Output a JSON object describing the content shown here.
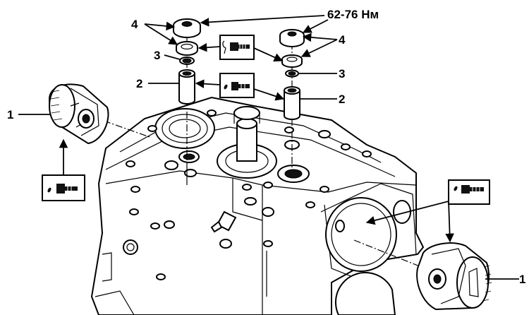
{
  "labels": {
    "piston_left": "1",
    "piston_right": "1",
    "sleeve_left": "2",
    "sleeve_right": "2",
    "ring_left": "3",
    "ring_right": "3",
    "plug_left": "4",
    "plug_right": "4",
    "torque": "62-76 Нм"
  },
  "icons": {
    "oil_can": "oil-can-icon",
    "grease": "grease-syringe-icon"
  }
}
